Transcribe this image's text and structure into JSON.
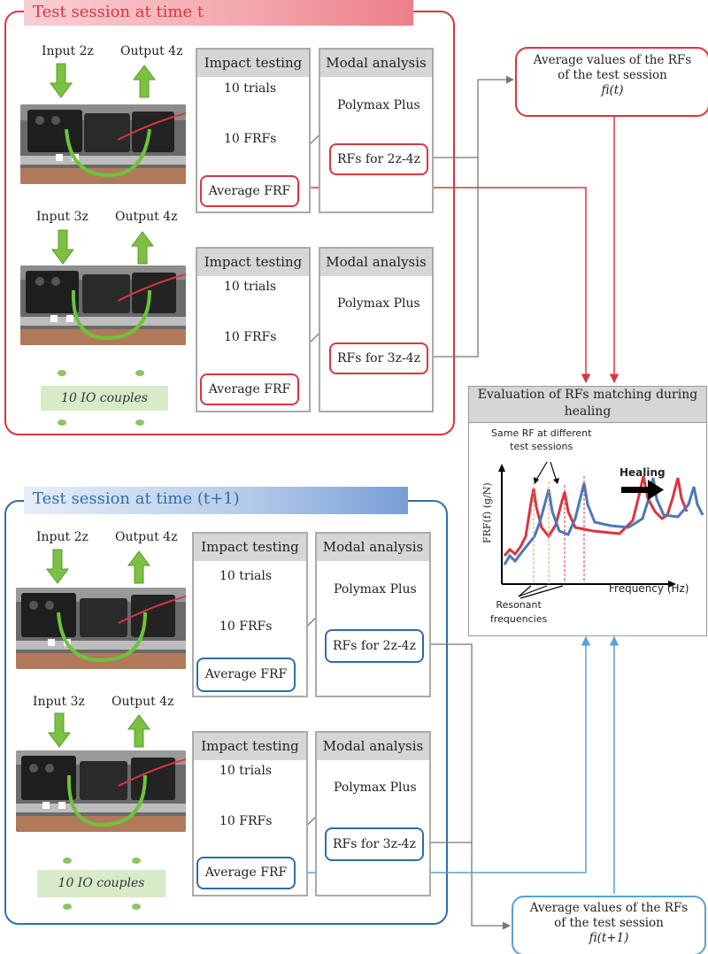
{
  "session_t": {
    "title": "Test session at time t",
    "couples": [
      {
        "input": "Input 2z",
        "output": "Output 4z",
        "impact": {
          "header": "Impact testing",
          "trials": "10 trials",
          "frfs": "10 FRFs",
          "average": "Average FRF"
        },
        "modal": {
          "header": "Modal analysis",
          "method": "Polymax Plus",
          "rfs": "RFs for 2z-4z"
        }
      },
      {
        "input": "Input 3z",
        "output": "Output 4z",
        "impact": {
          "header": "Impact testing",
          "trials": "10 trials",
          "frfs": "10 FRFs",
          "average": "Average FRF"
        },
        "modal": {
          "header": "Modal analysis",
          "method": "Polymax Plus",
          "rfs": "RFs for 3z-4z"
        }
      }
    ],
    "io_couples": "10 IO couples",
    "average_box": {
      "line1": "Average values of the RFs",
      "line2": "of the test session",
      "line3": "fi(t)"
    }
  },
  "session_t1": {
    "title": "Test session at time (t+1)",
    "couples": [
      {
        "input": "Input 2z",
        "output": "Output 4z",
        "impact": {
          "header": "Impact testing",
          "trials": "10 trials",
          "frfs": "10 FRFs",
          "average": "Average FRF"
        },
        "modal": {
          "header": "Modal analysis",
          "method": "Polymax Plus",
          "rfs": "RFs for 2z-4z"
        }
      },
      {
        "input": "Input 3z",
        "output": "Output 4z",
        "impact": {
          "header": "Impact testing",
          "trials": "10 trials",
          "frfs": "10 FRFs",
          "average": "Average FRF"
        },
        "modal": {
          "header": "Modal analysis",
          "method": "Polymax Plus",
          "rfs": "RFs for 3z-4z"
        }
      }
    ],
    "io_couples": "10 IO couples",
    "average_box": {
      "line1": "Average values of the RFs",
      "line2": "of the test session",
      "line3": "fi(t+1)"
    }
  },
  "evaluation": {
    "header": "Evaluation of RFs matching  during healing",
    "same_rf_note_1": "Same RF at different",
    "same_rf_note_2": "test sessions",
    "healing_label": "Healing",
    "y_axis_label": "FRF(f) (g/N)",
    "x_axis_label": "Frequency (Hz)",
    "resonant_1": "Resonant",
    "resonant_2": "frequencies"
  },
  "colors": {
    "red": "#d9363e",
    "blue": "#2f6ea8",
    "light_blue": "#5aa0d4",
    "green": "#7cc142",
    "grey_arrow": "#777777"
  }
}
